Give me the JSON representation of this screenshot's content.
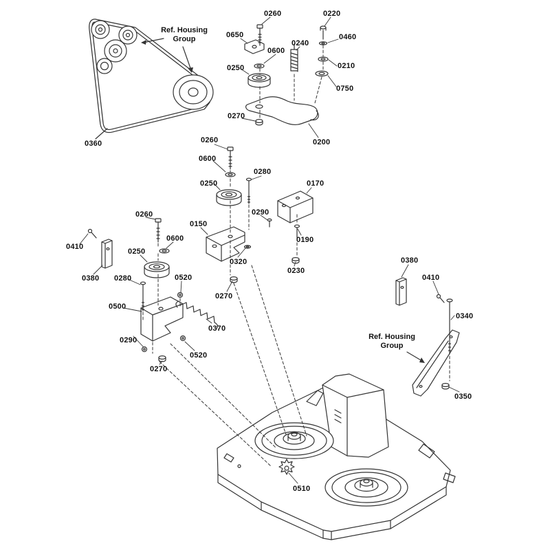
{
  "page": {
    "background": "#ffffff",
    "ink": "#333333"
  },
  "ref_labels": [
    {
      "text": "Ref. Housing\nGroup"
    },
    {
      "text": "Ref. Housing\nGroup"
    }
  ],
  "labels": [
    {
      "text": "0260"
    },
    {
      "text": "0220"
    },
    {
      "text": "0650"
    },
    {
      "text": "0460"
    },
    {
      "text": "0600"
    },
    {
      "text": "0240"
    },
    {
      "text": "0250"
    },
    {
      "text": "0210"
    },
    {
      "text": "0750"
    },
    {
      "text": "0270"
    },
    {
      "text": "0200"
    },
    {
      "text": "0360"
    },
    {
      "text": "0260"
    },
    {
      "text": "0600"
    },
    {
      "text": "0250"
    },
    {
      "text": "0280"
    },
    {
      "text": "0170"
    },
    {
      "text": "0290"
    },
    {
      "text": "0260"
    },
    {
      "text": "0150"
    },
    {
      "text": "0190"
    },
    {
      "text": "0410"
    },
    {
      "text": "0600"
    },
    {
      "text": "0250"
    },
    {
      "text": "0320"
    },
    {
      "text": "0230"
    },
    {
      "text": "0380"
    },
    {
      "text": "0280"
    },
    {
      "text": "0520"
    },
    {
      "text": "0380"
    },
    {
      "text": "0410"
    },
    {
      "text": "0270"
    },
    {
      "text": "0340"
    },
    {
      "text": "0500"
    },
    {
      "text": "0370"
    },
    {
      "text": "0290"
    },
    {
      "text": "0520"
    },
    {
      "text": "0270"
    },
    {
      "text": "0350"
    },
    {
      "text": "0510"
    }
  ]
}
